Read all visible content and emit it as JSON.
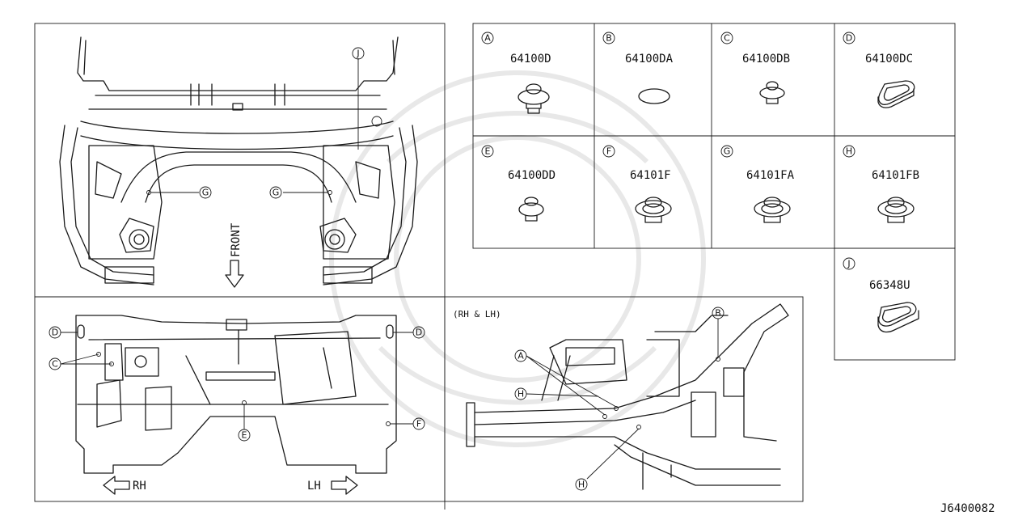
{
  "diagram_id": "J6400082",
  "views": {
    "front_view": {
      "direction_label": "FRONT",
      "callouts": [
        "J",
        "G",
        "G"
      ]
    },
    "bottom_view": {
      "left_arrow_label": "RH",
      "right_arrow_label": "LH",
      "callouts": [
        "D",
        "D",
        "C",
        "E",
        "F"
      ]
    },
    "side_view": {
      "title": "(RH & LH)",
      "callouts": [
        "B",
        "A",
        "H",
        "H"
      ]
    }
  },
  "parts": [
    {
      "letter": "A",
      "part_number": "64100D",
      "icon": "plug-round-icon"
    },
    {
      "letter": "B",
      "part_number": "64100DA",
      "icon": "plug-flat-oval-icon"
    },
    {
      "letter": "C",
      "part_number": "64100DB",
      "icon": "plug-round-small-icon"
    },
    {
      "letter": "D",
      "part_number": "64100DC",
      "icon": "plug-oval-raised-icon"
    },
    {
      "letter": "E",
      "part_number": "64100DD",
      "icon": "plug-round-icon"
    },
    {
      "letter": "F",
      "part_number": "64101F",
      "icon": "grommet-flanged-icon"
    },
    {
      "letter": "G",
      "part_number": "64101FA",
      "icon": "grommet-flanged-icon"
    },
    {
      "letter": "H",
      "part_number": "64101FB",
      "icon": "grommet-flanged-icon"
    },
    {
      "letter": "J",
      "part_number": "66348U",
      "icon": "plug-oval-deep-icon"
    }
  ]
}
